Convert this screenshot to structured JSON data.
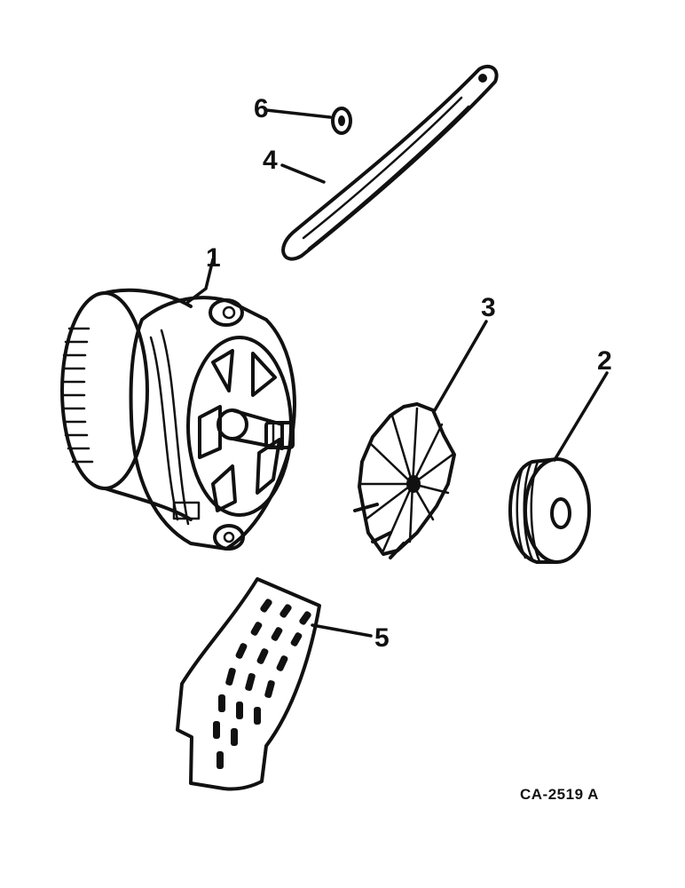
{
  "callouts": {
    "part_1": "1",
    "part_2": "2",
    "part_3": "3",
    "part_4": "4",
    "part_5": "5",
    "part_6": "6"
  },
  "reference_code": "CA-2519 A",
  "line_color": "#111111",
  "background_color": "#ffffff"
}
